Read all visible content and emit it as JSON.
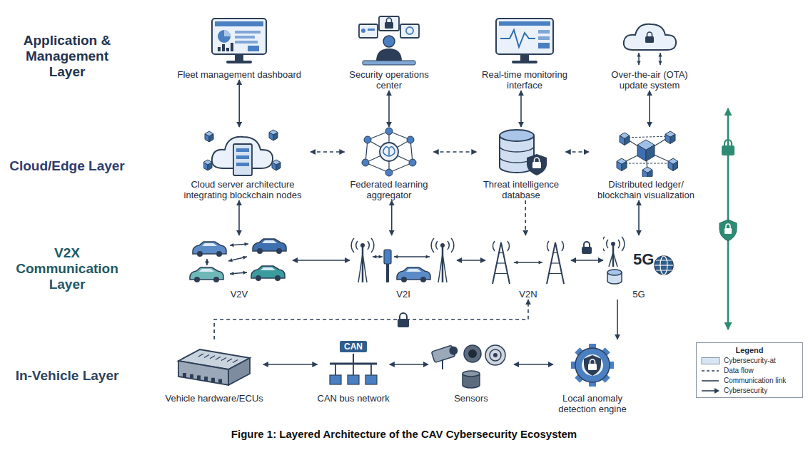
{
  "diagram": {
    "caption": "Figure 1: Layered Architecture of the CAV Cybersecurity Ecosystem",
    "nodes": [
      {
        "text": [
          "Application & Management Layer"
        ]
      },
      {
        "text": [
          "Fleet management dashboard"
        ],
        "in": 0
      },
      {
        "text": [
          "Security operations center"
        ],
        "in": 0
      },
      {
        "text": [
          "Real-time monitoring interface"
        ],
        "in": 0
      },
      {
        "text": [
          "Over-the-air (OTA) update system"
        ],
        "in": 0
      },
      {
        "text": [
          "Cloud/Edge Layer"
        ]
      },
      {
        "text": [
          "Cloud server architecture integrating blockchain nodes"
        ],
        "in": 5
      },
      {
        "text": [
          "Federated learning aggregator"
        ],
        "in": 5
      },
      {
        "text": [
          "Threat intelligence database"
        ],
        "in": 5
      },
      {
        "text": [
          "Distributed ledger/ blockchain visualization"
        ],
        "in": 5
      },
      {
        "text": [
          "V2X Communication Layer"
        ]
      },
      {
        "text": [
          "V2V"
        ],
        "in": 10
      },
      {
        "text": [
          "V2I"
        ],
        "in": 10
      },
      {
        "text": [
          "V2N"
        ],
        "in": 10
      },
      {
        "text": [
          "5G"
        ],
        "in": 10
      },
      {
        "text": [
          "In-Vehicle Layer"
        ]
      },
      {
        "text": [
          "Vehicle hardware/ECUs"
        ],
        "in": 15
      },
      {
        "text": [
          "CAN bus network"
        ],
        "in": 15
      },
      {
        "text": [
          "Sensors"
        ],
        "in": 15
      },
      {
        "text": [
          "Local anomaly detection engine"
        ],
        "in": 15
      }
    ],
    "edges": [
      {
        "from": 1,
        "to": 6,
        "arrow": "both"
      },
      {
        "from": 2,
        "to": 7,
        "arrow": "both"
      },
      {
        "from": 3,
        "to": 8,
        "arrow": "both"
      },
      {
        "from": 4,
        "to": 9,
        "arrow": "both"
      },
      {
        "from": 6,
        "to": 7,
        "arrow": "both"
      },
      {
        "from": 7,
        "to": 8,
        "arrow": "both"
      },
      {
        "from": 8,
        "to": 9,
        "arrow": "both"
      },
      {
        "from": 6,
        "to": 11,
        "arrow": "both"
      },
      {
        "from": 7,
        "to": 12,
        "arrow": "both"
      },
      {
        "from": 8,
        "to": 13,
        "arrow": "to"
      },
      {
        "from": 9,
        "to": 14,
        "arrow": "both"
      },
      {
        "from": 11,
        "to": 12,
        "arrow": "both"
      },
      {
        "from": 12,
        "to": 13,
        "arrow": "both"
      },
      {
        "from": 13,
        "to": 14,
        "arrow": "both"
      },
      {
        "from": 16,
        "to": 17,
        "arrow": "both"
      },
      {
        "from": 17,
        "to": 18,
        "arrow": "both"
      },
      {
        "from": 18,
        "to": 19,
        "arrow": "both"
      },
      {
        "from": 16,
        "to": 13,
        "arrow": "to"
      },
      {
        "from": 14,
        "to": 19,
        "arrow": "to"
      },
      {
        "from": 15,
        "to": 0,
        "arrow": "both"
      }
    ],
    "labels": [
      "CAN",
      "5G",
      "Legend"
    ],
    "legend": [
      {
        "text": "Cybersecurity-at",
        "color": "#d7e6f2"
      },
      {
        "text": "Data flow"
      },
      {
        "text": "Communication link"
      },
      {
        "text": "Cybersecurity"
      }
    ]
  }
}
